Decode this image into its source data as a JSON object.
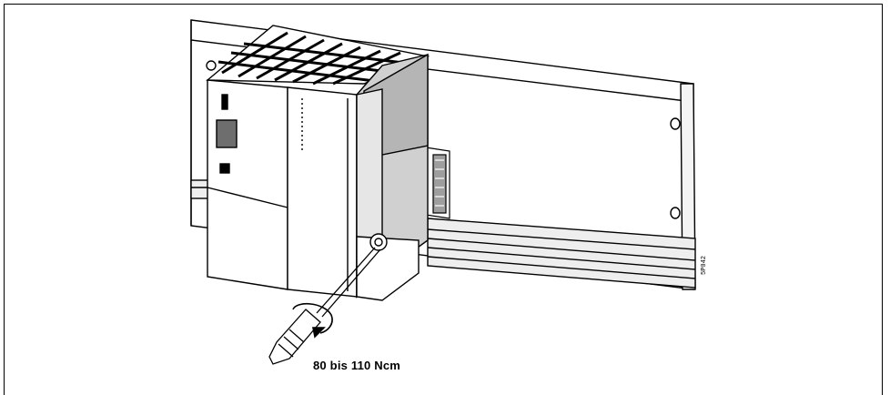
{
  "figure": {
    "torque_label": "80 bis 110 Ncm",
    "side_code": "5P042",
    "colors": {
      "stroke": "#000000",
      "module_gray": "#d9d9d9",
      "cover_gray": "#bdbdbd",
      "light_gray": "#eeeeee",
      "background": "#ffffff"
    },
    "icons": [
      "mounting-rail",
      "cpu-module",
      "io-module",
      "bus-connector",
      "screwdriver-icon",
      "rotation-arrow-icon"
    ]
  }
}
